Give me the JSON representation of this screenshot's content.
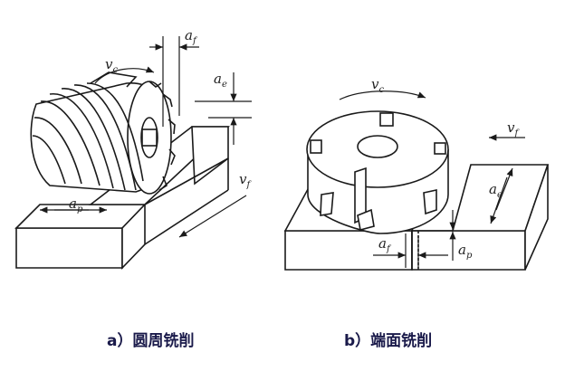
{
  "diagram": {
    "left": {
      "labels": {
        "ae": {
          "main": "a",
          "sub": "e"
        },
        "af": {
          "main": "a",
          "sub": "f"
        },
        "vc": {
          "main": "v",
          "sub": "c"
        },
        "vf": {
          "main": "v",
          "sub": "f"
        },
        "ap": {
          "main": "a",
          "sub": "p"
        }
      },
      "caption": "a）圆周铣削"
    },
    "right": {
      "labels": {
        "vc": {
          "main": "v",
          "sub": "c"
        },
        "vf": {
          "main": "v",
          "sub": "f"
        },
        "ae": {
          "main": "a",
          "sub": "e"
        },
        "af": {
          "main": "a",
          "sub": "f"
        },
        "ap": {
          "main": "a",
          "sub": "p"
        }
      },
      "caption": "b）端面铣削"
    }
  },
  "colors": {
    "line": "#1a1a1a",
    "caption": "#1a1a4a"
  }
}
